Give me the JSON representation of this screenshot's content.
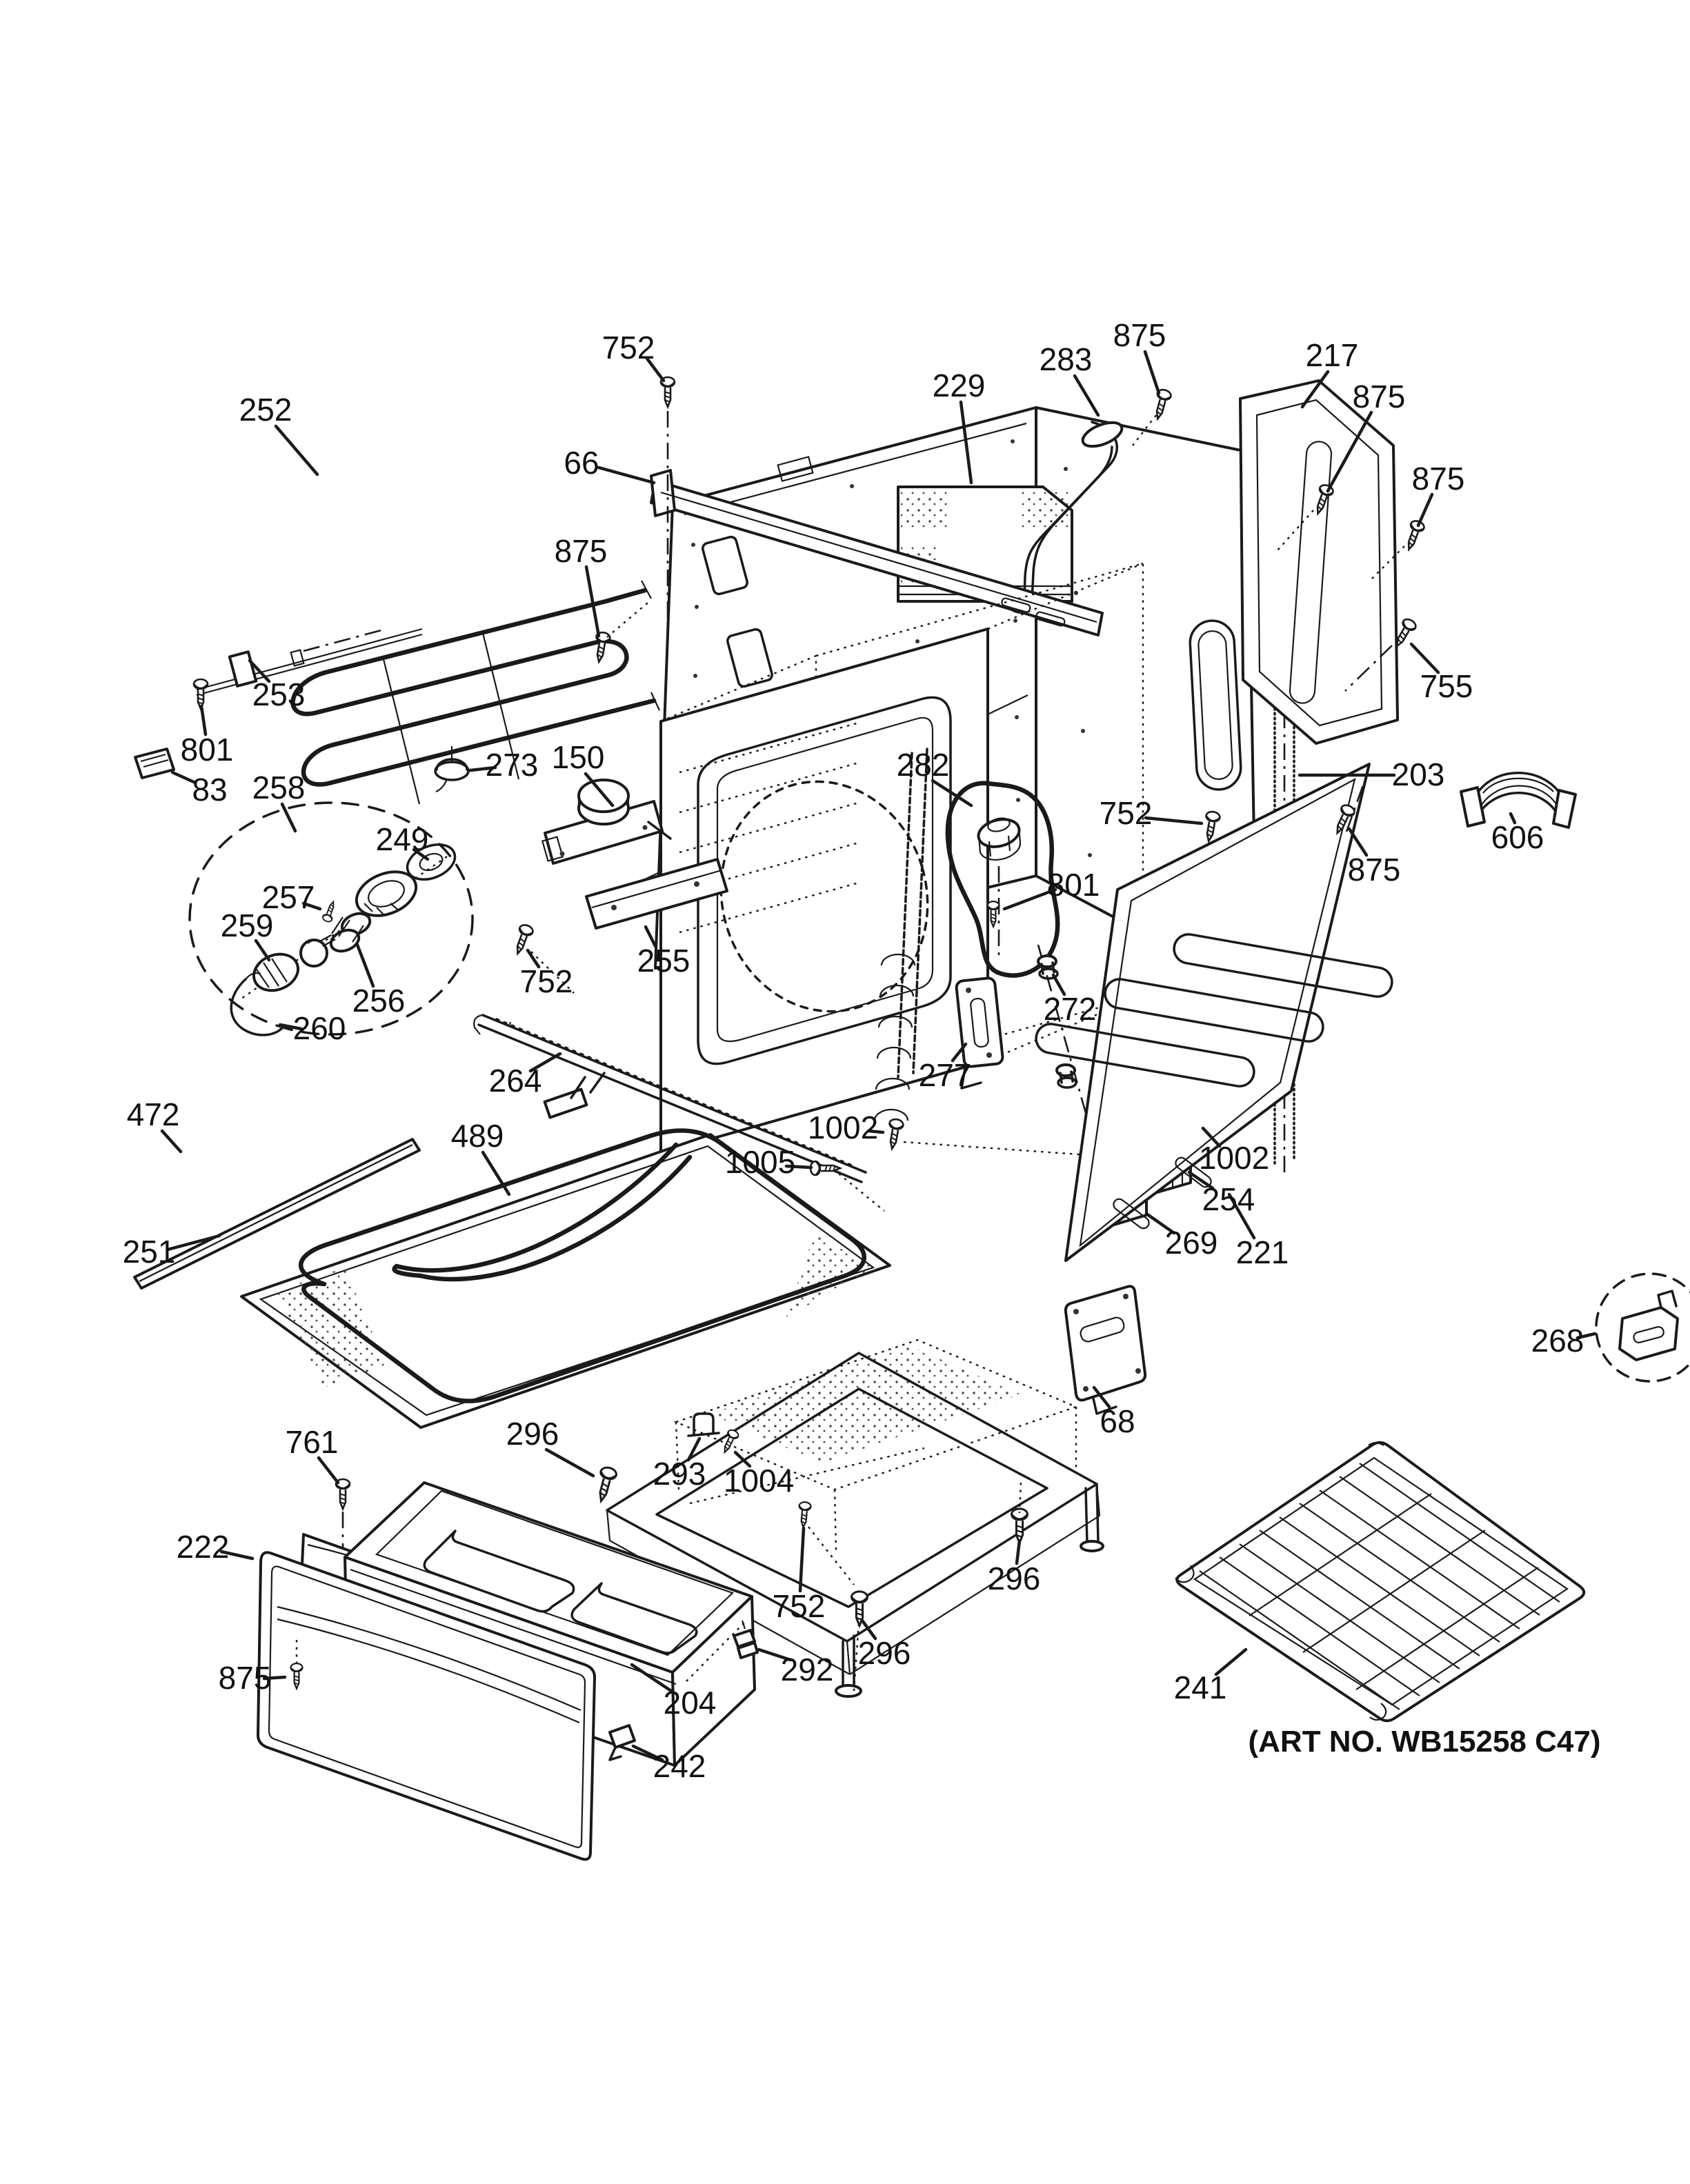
{
  "meta": {
    "art_no": "(ART NO. WB15258 C47)"
  },
  "colors": {
    "ink": "#1a1a1a",
    "background": "#ffffff"
  },
  "callouts": [
    {
      "part": "752",
      "text": "752"
    },
    {
      "part": "283",
      "text": "283"
    },
    {
      "part": "875",
      "text": "875"
    },
    {
      "part": "217",
      "text": "217"
    },
    {
      "part": "229",
      "text": "229"
    },
    {
      "part": "66",
      "text": "66"
    },
    {
      "part": "875",
      "text": "875"
    },
    {
      "part": "875",
      "text": "875"
    },
    {
      "part": "875",
      "text": "875"
    },
    {
      "part": "252",
      "text": "252"
    },
    {
      "part": "253",
      "text": "253"
    },
    {
      "part": "801",
      "text": "801"
    },
    {
      "part": "755",
      "text": "755"
    },
    {
      "part": "203",
      "text": "203"
    },
    {
      "part": "606",
      "text": "606"
    },
    {
      "part": "875",
      "text": "875"
    },
    {
      "part": "83",
      "text": "83"
    },
    {
      "part": "258",
      "text": "258"
    },
    {
      "part": "273",
      "text": "273"
    },
    {
      "part": "150",
      "text": "150"
    },
    {
      "part": "249",
      "text": "249"
    },
    {
      "part": "282",
      "text": "282"
    },
    {
      "part": "752",
      "text": "752"
    },
    {
      "part": "257",
      "text": "257"
    },
    {
      "part": "259",
      "text": "259"
    },
    {
      "part": "801",
      "text": "801"
    },
    {
      "part": "256",
      "text": "256"
    },
    {
      "part": "260",
      "text": "260"
    },
    {
      "part": "255",
      "text": "255"
    },
    {
      "part": "752",
      "text": "752"
    },
    {
      "part": "272",
      "text": "272"
    },
    {
      "part": "264",
      "text": "264"
    },
    {
      "part": "277",
      "text": "277"
    },
    {
      "part": "472",
      "text": "472"
    },
    {
      "part": "489",
      "text": "489"
    },
    {
      "part": "1005",
      "text": "1005"
    },
    {
      "part": "1002",
      "text": "1002"
    },
    {
      "part": "1002",
      "text": "1002"
    },
    {
      "part": "254",
      "text": "254"
    },
    {
      "part": "269",
      "text": "269"
    },
    {
      "part": "251",
      "text": "251"
    },
    {
      "part": "268",
      "text": "268"
    },
    {
      "part": "221",
      "text": "221"
    },
    {
      "part": "68",
      "text": "68"
    },
    {
      "part": "761",
      "text": "761"
    },
    {
      "part": "296",
      "text": "296"
    },
    {
      "part": "293",
      "text": "293"
    },
    {
      "part": "1004",
      "text": "1004"
    },
    {
      "part": "222",
      "text": "222"
    },
    {
      "part": "752",
      "text": "752"
    },
    {
      "part": "296",
      "text": "296"
    },
    {
      "part": "875",
      "text": "875"
    },
    {
      "part": "204",
      "text": "204"
    },
    {
      "part": "292",
      "text": "292"
    },
    {
      "part": "296",
      "text": "296"
    },
    {
      "part": "242",
      "text": "242"
    },
    {
      "part": "241",
      "text": "241"
    }
  ]
}
